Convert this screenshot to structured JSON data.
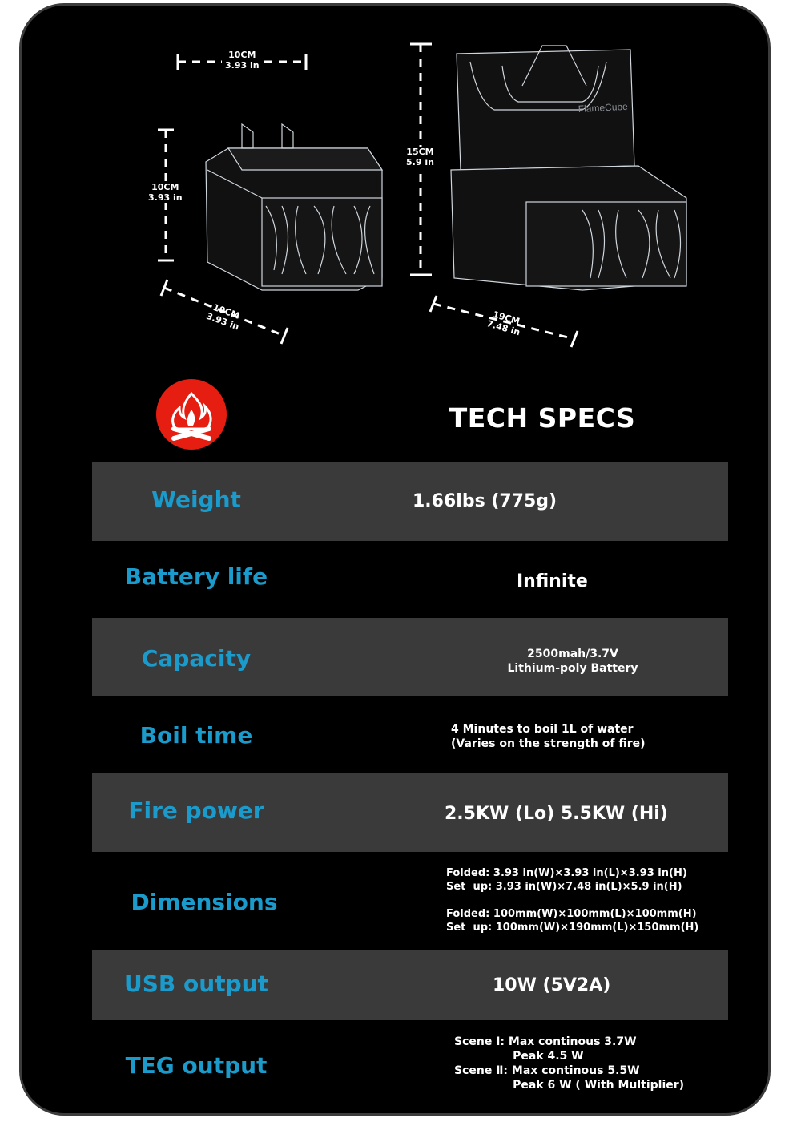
{
  "dimensions_figure": {
    "folded_width": "10CM\n3.93 in",
    "folded_height": "10CM\n3.93 in",
    "folded_depth": "10CM\n3.93 in",
    "setup_height": "15CM\n5.9 in",
    "setup_depth": "19CM\n7.48 in",
    "brand_mark": "FlameCube"
  },
  "header": {
    "title": "TECH SPECS",
    "icon": "campfire-icon"
  },
  "specs": [
    {
      "label": "Weight",
      "value": "1.66lbs  (775g)"
    },
    {
      "label": "Battery life",
      "value": "Infinite"
    },
    {
      "label": "Capacity",
      "value": "2500mah/3.7V\nLithium-poly Battery"
    },
    {
      "label": "Boil time",
      "value": "4 Minutes to boil 1L of water\n(Varies on the strength of fire)"
    },
    {
      "label": "Fire power",
      "value": "2.5KW (Lo) 5.5KW (Hi)"
    },
    {
      "label": "Dimensions",
      "value": "Folded: 3.93 in(W)×3.93 in(L)×3.93 in(H)\nSet  up: 3.93 in(W)×7.48 in(L)×5.9 in(H)\n\nFolded: 100mm(W)×100mm(L)×100mm(H)\nSet  up: 100mm(W)×190mm(L)×150mm(H)"
    },
    {
      "label": "USB output",
      "value": "10W (5V2A)"
    },
    {
      "label": "TEG output",
      "value": "Scene Ⅰ: Max continous 3.7W\n               Peak 4.5 W\nScene Ⅱ: Max continous 5.5W\n               Peak 6 W ( With Multiplier)"
    }
  ],
  "colors": {
    "accent": "#1b9bcc",
    "row_shade": "#3a3a3a",
    "badge": "#e61e12",
    "background": "#000000"
  }
}
